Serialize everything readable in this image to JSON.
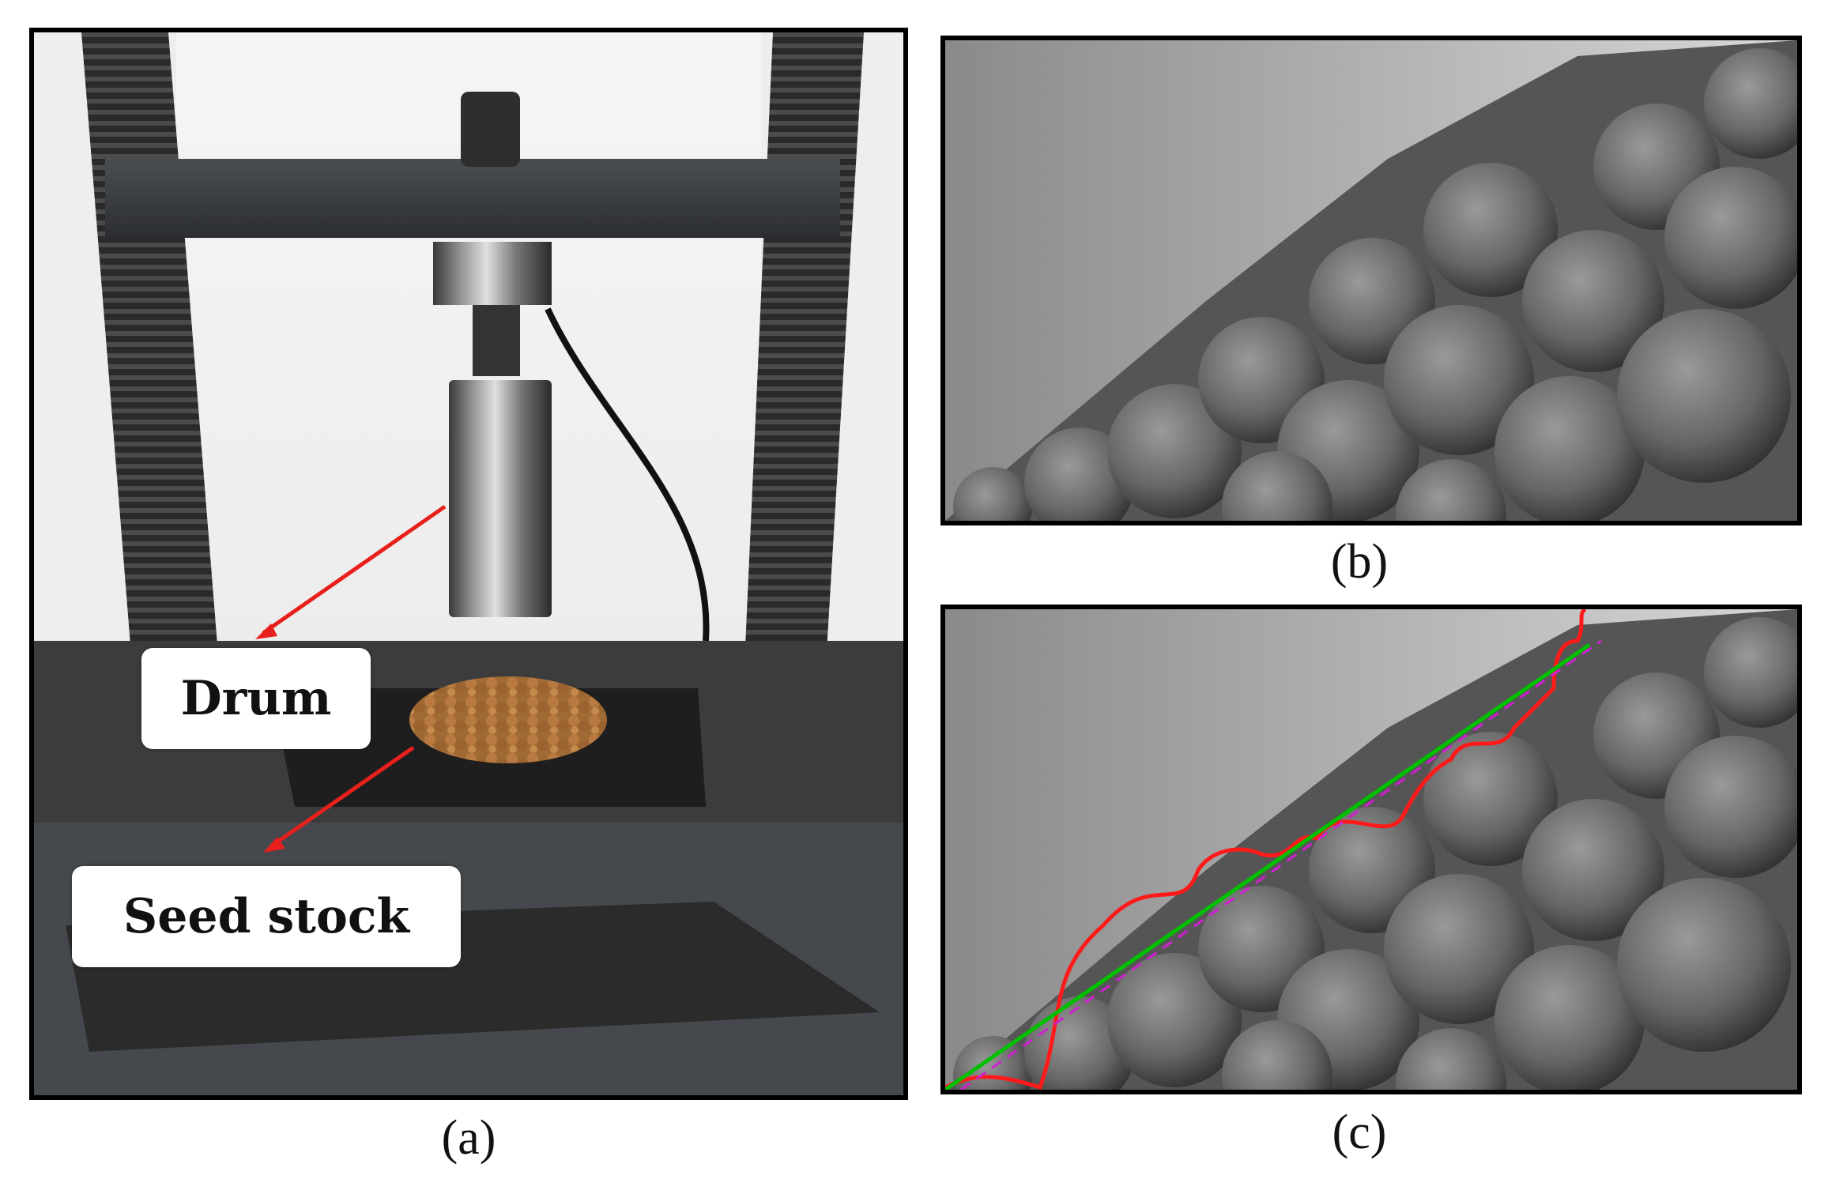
{
  "panels": {
    "a": {
      "caption": "(a)"
    },
    "b": {
      "caption": "(b)"
    },
    "c": {
      "caption": "(c)"
    }
  },
  "labels": {
    "drum": "Drum",
    "seed_stock": "Seed stock"
  },
  "colors": {
    "arrow": "#e8201c",
    "boundary_line": "#ff1a1a",
    "fit_line": "#00c000",
    "fit_line_dashed": "#d020d0"
  }
}
